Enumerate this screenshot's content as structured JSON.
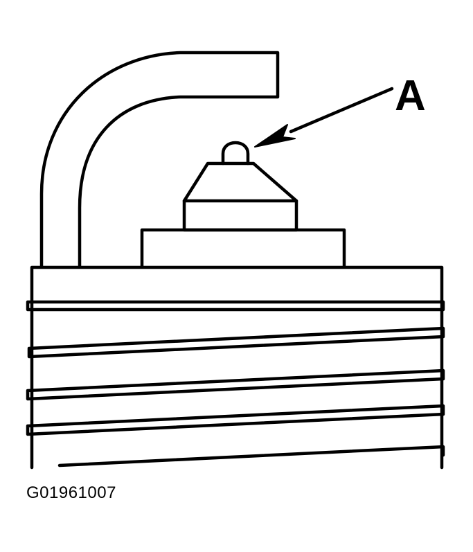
{
  "diagram": {
    "subject": "spark plug electrode (side view)",
    "callouts": [
      {
        "label": "A",
        "points_to": "center electrode tip"
      }
    ],
    "figure_id": "G01961007",
    "colors": {
      "line": "#000000",
      "background": "#ffffff"
    }
  }
}
